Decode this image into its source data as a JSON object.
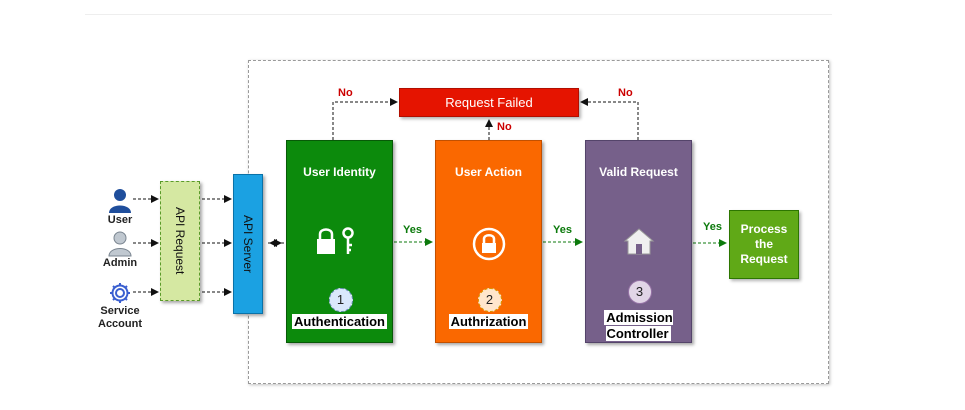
{
  "actors": [
    {
      "label": "User",
      "icon": "user-icon"
    },
    {
      "label": "Admin",
      "icon": "admin-icon"
    },
    {
      "label": "Service\nAccount",
      "icon": "gear-icon"
    }
  ],
  "api_request": "API Request",
  "api_server": "API Server",
  "request_failed": "Request Failed",
  "stages": [
    {
      "title": "User Identity",
      "number": "1",
      "label": "Authentication",
      "icon": "lock-key-icon",
      "color": "#0c8a0c"
    },
    {
      "title": "User Action",
      "number": "2",
      "label": "Authrization",
      "icon": "lock-circle-icon",
      "color": "#fa6800"
    },
    {
      "title": "Valid Request",
      "number": "3",
      "label": "Admission\nController",
      "icon": "house-icon",
      "color": "#76608a"
    }
  ],
  "process": "Process\nthe\nRequest",
  "edges": {
    "yes": "Yes",
    "no": "No"
  },
  "colors": {
    "failed": "#e51400",
    "process": "#60a917",
    "api_server": "#1ba1e2",
    "api_request": "#d5e8a2"
  }
}
